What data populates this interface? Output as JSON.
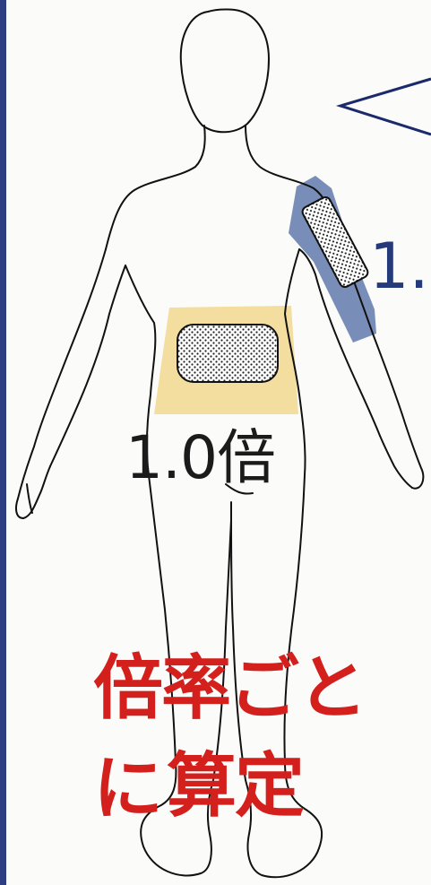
{
  "labels": {
    "lumbar_multiplier": "1.0倍",
    "arm_multiplier": "1."
  },
  "caption": {
    "line1": "倍率ごとに",
    "line2": "算定"
  },
  "colors": {
    "lumbar_zone": "#f3dea0",
    "arm_zone": "#7187b3",
    "caption": "#d3201c",
    "border": "#2d3f80",
    "arm_label": "#243a7a"
  }
}
